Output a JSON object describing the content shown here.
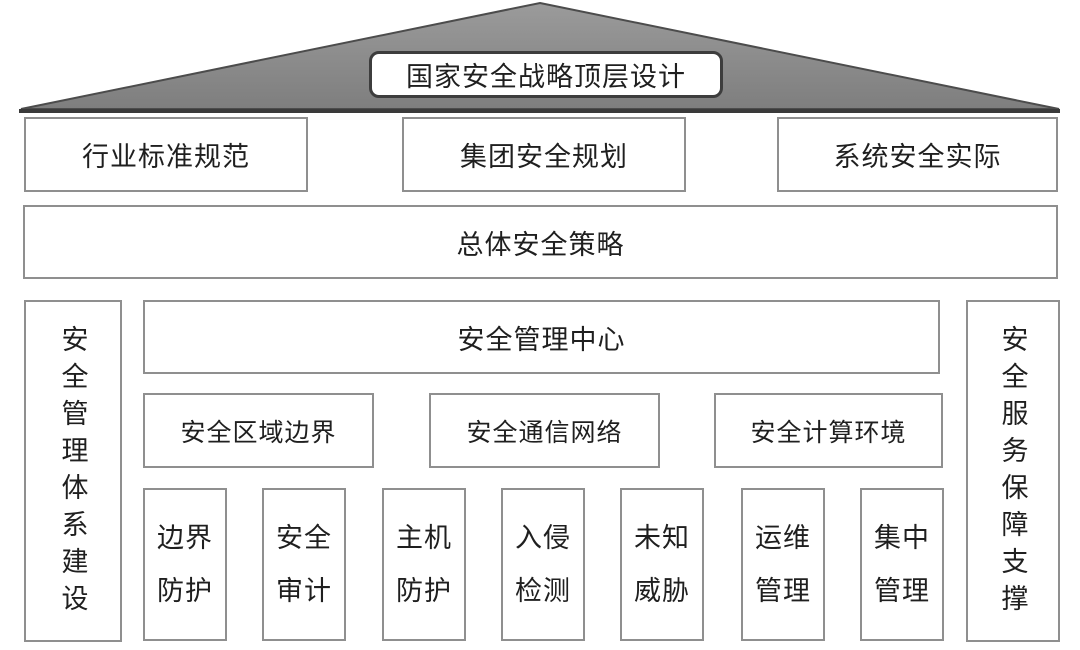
{
  "diagram": {
    "apex": {
      "label": "国家安全战略顶层设计"
    },
    "inputs": [
      {
        "label": "行业标准规范"
      },
      {
        "label": "集团安全规划"
      },
      {
        "label": "系统安全实际"
      }
    ],
    "strategy": {
      "label": "总体安全策略"
    },
    "left_pillar": {
      "label": "安全管理体系建设"
    },
    "right_pillar": {
      "label": "安全服务保障支撑"
    },
    "management_center": {
      "label": "安全管理中心"
    },
    "domains": [
      {
        "label": "安全区域边界"
      },
      {
        "label": "安全通信网络"
      },
      {
        "label": "安全计算环境"
      }
    ],
    "modules": [
      {
        "lines": [
          "边界",
          "防护"
        ]
      },
      {
        "lines": [
          "安全",
          "审计"
        ]
      },
      {
        "lines": [
          "主机",
          "防护"
        ]
      },
      {
        "lines": [
          "入侵",
          "检测"
        ]
      },
      {
        "lines": [
          "未知",
          "威胁"
        ]
      },
      {
        "lines": [
          "运维",
          "管理"
        ]
      },
      {
        "lines": [
          "集中",
          "管理"
        ]
      }
    ],
    "colors": {
      "background": "#ffffff",
      "triangle_fill_top": "#9b9b9b",
      "triangle_fill_bottom": "#7e7e7e",
      "triangle_border": "#4c4c4c",
      "triangle_base_line": "#3a3a3a",
      "box_border": "#8f8f8f",
      "apex_box_border": "#3d3d3d",
      "text": "#1f1f1f"
    }
  }
}
